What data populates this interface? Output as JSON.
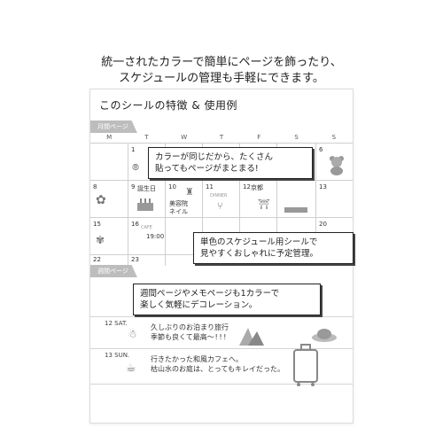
{
  "intro": {
    "line1": "統一されたカラーで簡単にページを飾ったり、",
    "line2": "スケジュールの管理も手軽にできます。"
  },
  "panel": {
    "title": "このシールの特徴 & 使用例"
  },
  "monthly": {
    "tab_label": "月間ページ",
    "weekdays": [
      "M",
      "T",
      "W",
      "T",
      "F",
      "S",
      "S"
    ],
    "rows": [
      [
        "",
        "1",
        "",
        "",
        "",
        "",
        "6"
      ],
      [
        "8",
        "9",
        "10",
        "11",
        "12",
        "",
        "13"
      ],
      [
        "15",
        "16",
        "",
        "",
        "",
        "",
        "20"
      ],
      [
        "22",
        "23",
        "",
        "",
        "",
        "",
        ""
      ]
    ],
    "labels": {
      "birthday": "誕生日",
      "salon": "美容院\nネイル",
      "kyoto": "京都",
      "time": "19:00",
      "dinner": "DINNER",
      "cafe": "CAFE"
    }
  },
  "callouts": {
    "c1": "カラーが同じだから、たくさん\n貼ってもページがまとまる!",
    "c2": "単色のスケジュール用シールで\n見やすくおしゃれに予定管理。",
    "c3": "週間ページやメモページも1カラーで\n楽しく気軽にデコレーション。"
  },
  "weekly": {
    "tab_label": "週間ページ",
    "days": [
      {
        "date": "12 SAT.",
        "memo": "久しぶりのお泊まり旅行\n季節も良くて最高〜!!!"
      },
      {
        "date": "13 SUN.",
        "memo": "行きたかった和風カフェへ。\n枯山水のお庭は、とってもキレイだった。"
      }
    ]
  },
  "colors": {
    "sticker_gray": "#8c8c8c",
    "tab_gray": "#bdbdbd",
    "border": "#cfcfcf"
  }
}
